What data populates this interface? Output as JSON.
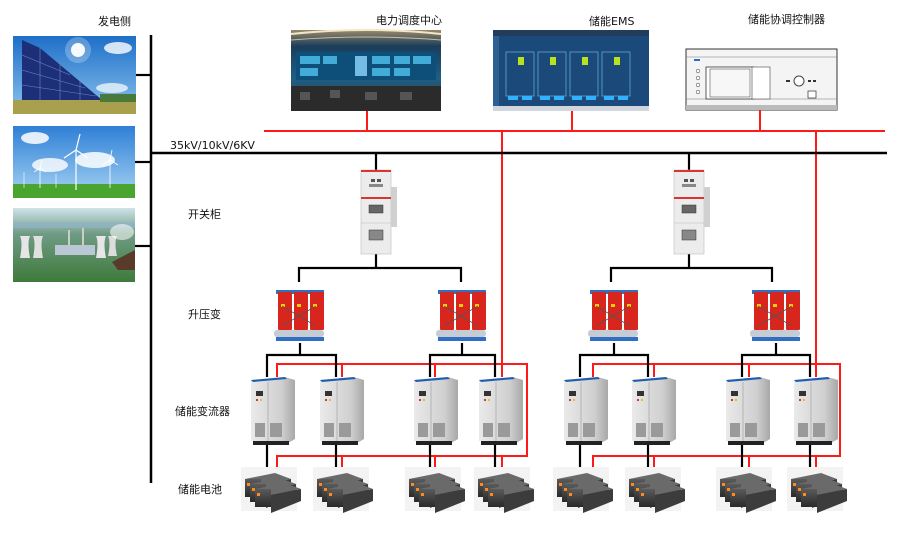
{
  "labels": {
    "generation_side": "发电侧",
    "dispatch_center": "电力调度中心",
    "ems": "储能EMS",
    "coordinator": "储能协调控制器",
    "bus_voltage": "35kV/10kV/6KV",
    "switchgear": "开关柜",
    "step_up_transformer": "升压变",
    "pcs": "储能变流器",
    "battery": "储能电池"
  },
  "generators": [
    {
      "type": "solar",
      "name": "solar-pv-plant"
    },
    {
      "type": "wind",
      "name": "wind-farm"
    },
    {
      "type": "thermal",
      "name": "thermal-power-plant"
    }
  ],
  "colors": {
    "power_line": "#000000",
    "comm_line": "#ff1a1a",
    "transformer": "#d8261e",
    "transformer_base": "#2f6fc4",
    "cabinet": "#dcdcdc"
  },
  "structure": {
    "switchgear_count": 2,
    "transformers_per_switchgear": 2,
    "pcs_per_transformer": 2,
    "batteries_per_pcs": 1
  }
}
